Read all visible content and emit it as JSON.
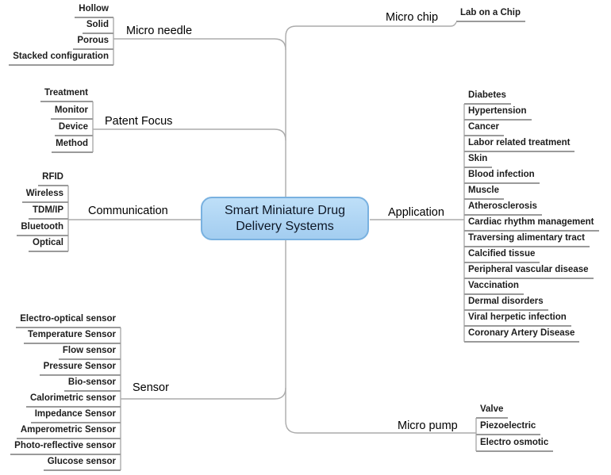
{
  "title": "Smart Miniature Drug Delivery Systems",
  "branches": {
    "micro_needle": {
      "label": "Micro needle",
      "children": [
        "Hollow",
        "Solid",
        "Porous",
        "Stacked configuration"
      ]
    },
    "micro_chip": {
      "label": "Micro chip",
      "children": [
        "Lab on a Chip"
      ]
    },
    "patent_focus": {
      "label": "Patent Focus",
      "children": [
        "Treatment",
        "Monitor",
        "Device",
        "Method"
      ]
    },
    "communication": {
      "label": "Communication",
      "children": [
        "RFID",
        "Wireless",
        "TDM/IP",
        "Bluetooth",
        "Optical"
      ]
    },
    "application": {
      "label": "Application",
      "children": [
        "Diabetes",
        "Hypertension",
        "Cancer",
        "Labor related treatment",
        "Skin",
        "Blood infection",
        "Muscle",
        "Atherosclerosis",
        "Cardiac rhythm management",
        "Traversing alimentary tract",
        "Calcified tissue",
        "Peripheral vascular disease",
        "Vaccination",
        "Dermal disorders",
        "Viral herpetic infection",
        "Coronary Artery Disease"
      ]
    },
    "sensor": {
      "label": "Sensor",
      "children": [
        "Electro-optical sensor",
        "Temperature Sensor",
        "Flow sensor",
        "Pressure Sensor",
        "Bio-sensor",
        "Calorimetric sensor",
        "Impedance Sensor",
        "Amperometric Sensor",
        "Photo-reflective sensor",
        "Glucose sensor"
      ]
    },
    "micro_pump": {
      "label": "Micro pump",
      "children": [
        "Valve",
        "Piezoelectric",
        "Electro osmotic"
      ]
    }
  },
  "colors": {
    "central_fill": "#ABD3F2",
    "central_border": "#79B1E0",
    "connector_line": "#ABABAB",
    "leaf_underline": "#9A9A9A",
    "text": "#111111"
  }
}
